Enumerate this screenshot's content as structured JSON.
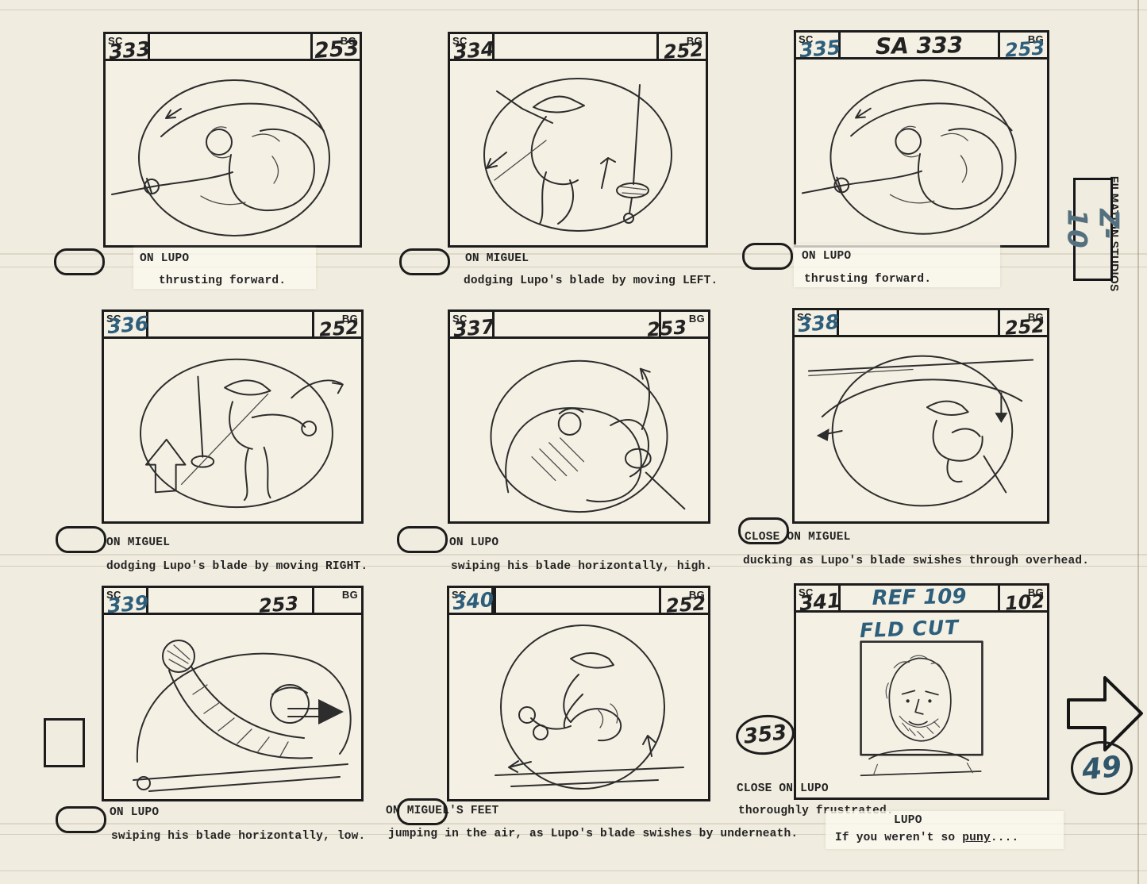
{
  "labels": {
    "sc": "SC",
    "bg": "BG"
  },
  "margin": {
    "studio": "FILMATION STUDIOS",
    "sheet_code": "Z-10",
    "page_number": "49",
    "scene_ref": "353"
  },
  "colors": {
    "paper": "#f0ecdf",
    "ink_black": "#1d1d1d",
    "ink_blue": "#2d5f7d"
  },
  "panels": [
    {
      "sc": "333",
      "bg": "253",
      "header_note": "",
      "caption_heading": "ON LUPO",
      "caption_body": "thrusting forward.",
      "sketch": "Lupo lunging with sword thrust to the left inside circular field guide"
    },
    {
      "sc": "334",
      "bg": "252",
      "header_note": "",
      "caption_heading": "ON MIGUEL",
      "caption_body": "dodging Lupo's blade by moving LEFT.",
      "sketch": "Miguel in hat leaping left past a vertical sword in foreground"
    },
    {
      "sc": "335",
      "bg": "253",
      "header_note": "SA 333",
      "caption_heading": "ON LUPO",
      "caption_body": "thrusting forward.",
      "sketch": "Same as scene 333 - Lupo thrusting forward"
    },
    {
      "sc": "336",
      "bg": "252",
      "header_note": "",
      "caption_heading": "ON MIGUEL",
      "caption_body": "dodging Lupo's blade by moving RIGHT.",
      "sketch": "Miguel dodging right, curved arrow top right, hollow up arrow lower left"
    },
    {
      "sc": "337",
      "bg": "253",
      "header_note": "",
      "caption_heading": "ON LUPO",
      "caption_body": "swiping his blade horizontally, high.",
      "sketch": "Close figure swinging blade high with upward curved arrow"
    },
    {
      "sc": "338",
      "bg": "252",
      "header_note": "",
      "caption_heading": "CLOSE ON MIGUEL",
      "caption_body": "ducking as Lupo's blade swishes through overhead.",
      "sketch": "Miguel crouching as blade line passes overhead, left and down arrows"
    },
    {
      "sc": "339",
      "bg": "253",
      "header_note": "",
      "caption_heading": "ON LUPO",
      "caption_body": "swiping his blade horizontally, low.",
      "sketch": "Big swinging arm with ball fist, solid right arrow, low blade lines"
    },
    {
      "sc": "340",
      "bg": "252",
      "header_note": "",
      "caption_heading": "ON MIGUEL'S FEET",
      "caption_body": "jumping in the air, as Lupo's blade swishes by underneath.",
      "sketch": "Miguel tucked in mid-air above horizontal blade lines"
    },
    {
      "sc": "341",
      "bg": "102",
      "header_note": "REF 109",
      "field_note": "FLD CUT",
      "caption_heading": "CLOSE ON LUPO",
      "caption_body": "thoroughly frustrated.",
      "dialogue": {
        "speaker": "LUPO",
        "prefix": "If you weren't so ",
        "underlined": "puny",
        "suffix": "...."
      },
      "sketch": "Close-up of bearded Lupo face inside field-cut square frame"
    }
  ]
}
